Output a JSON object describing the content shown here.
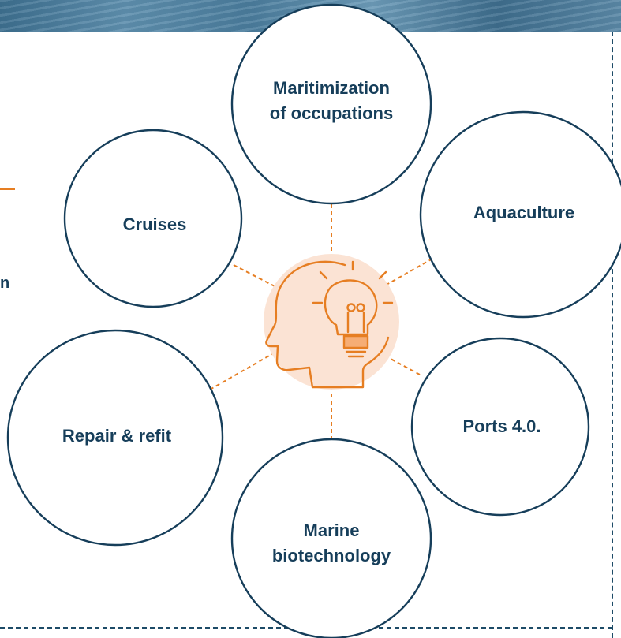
{
  "colors": {
    "navy": "#163e5a",
    "orange": "#e67e22",
    "hub_fill": "#fbe3d4"
  },
  "left_fragment": "n",
  "hub": {
    "icon": "head-with-lightbulb-icon"
  },
  "nodes": [
    {
      "id": "maritimization",
      "lines": [
        "Maritimization",
        "of occupations"
      ]
    },
    {
      "id": "cruises",
      "lines": [
        "Cruises"
      ]
    },
    {
      "id": "aquaculture",
      "lines": [
        "Aquaculture"
      ]
    },
    {
      "id": "repair",
      "lines": [
        "Repair & refit"
      ]
    },
    {
      "id": "ports",
      "lines": [
        "Ports 4.0."
      ]
    },
    {
      "id": "biotech",
      "lines": [
        "Marine",
        "biotechnology"
      ]
    }
  ]
}
